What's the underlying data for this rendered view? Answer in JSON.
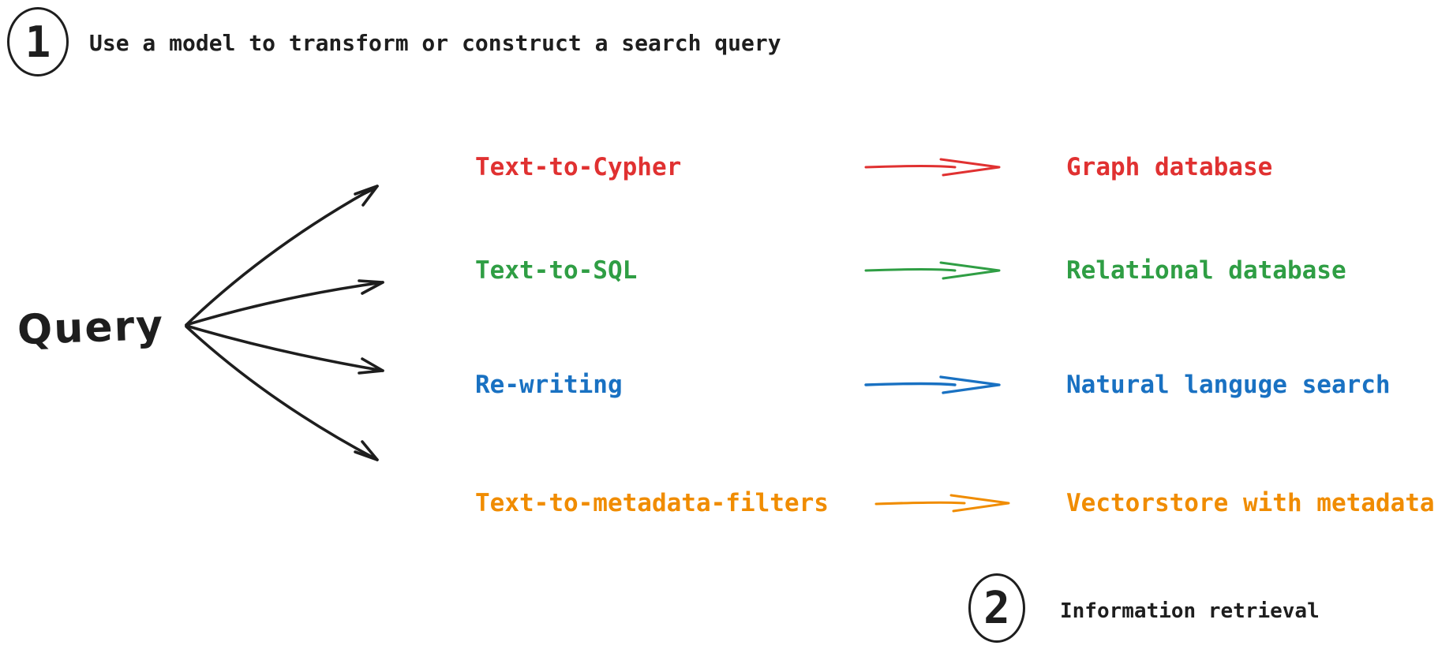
{
  "colors": {
    "ink": "#1e1e1e",
    "background": "#ffffff"
  },
  "step1": {
    "number": "1",
    "label": "Use a model to transform or construct a search query"
  },
  "query_node": {
    "label": "Query"
  },
  "rows": [
    {
      "method": "Text-to-Cypher",
      "target": "Graph database",
      "color": "#e03131"
    },
    {
      "method": "Text-to-SQL",
      "target": "Relational database",
      "color": "#2f9e44"
    },
    {
      "method": "Re-writing",
      "target": "Natural languge search",
      "color": "#1971c2"
    },
    {
      "method": "Text-to-metadata-filters",
      "target": "Vectorstore with metadata",
      "color": "#f08c00"
    }
  ],
  "step2": {
    "number": "2",
    "label": "Information retrieval"
  }
}
